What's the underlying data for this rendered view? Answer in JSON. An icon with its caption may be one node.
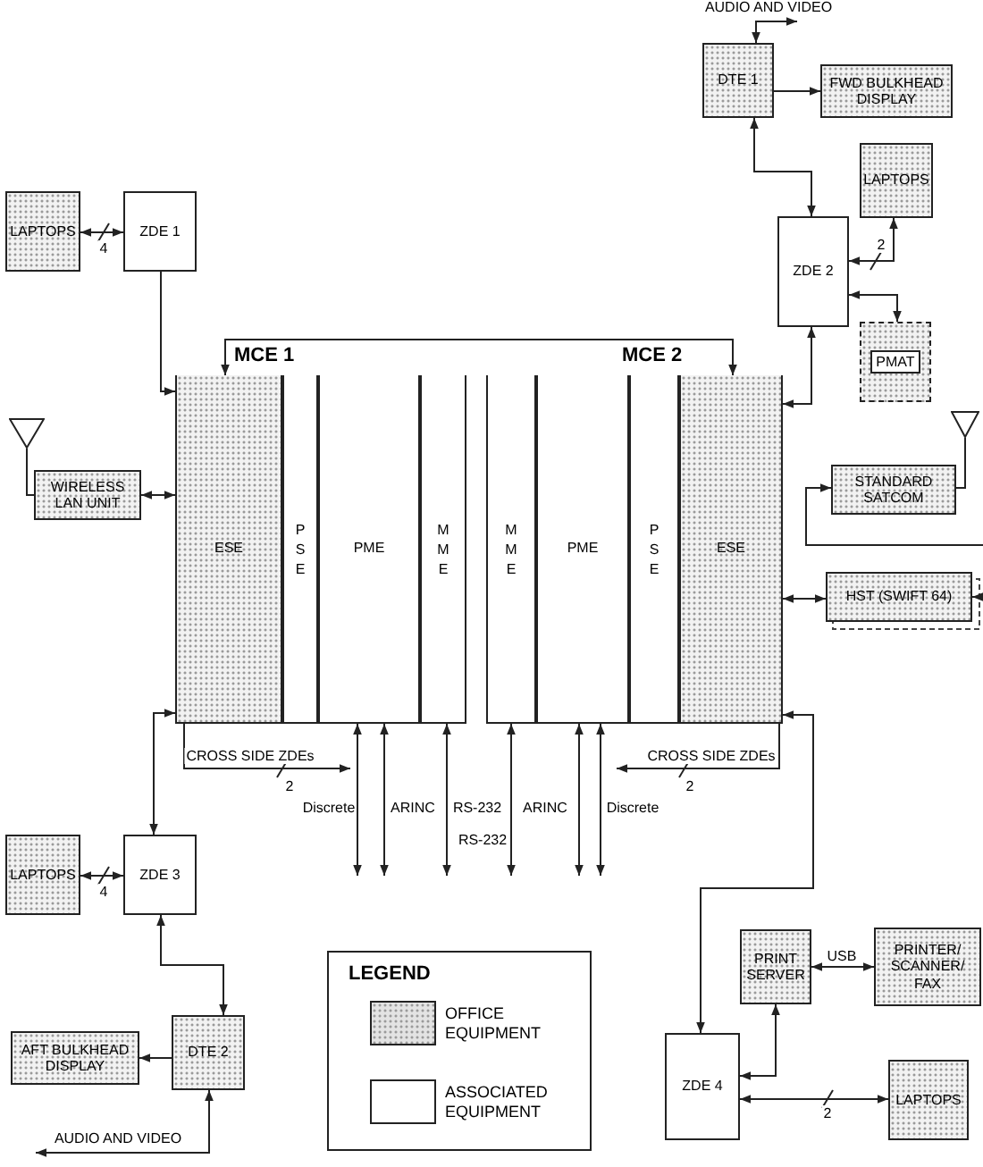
{
  "diagram": {
    "nodes": [
      {
        "text": [
          "LAPTOPS"
        ]
      },
      {
        "text": [
          "ZDE 1"
        ]
      },
      {
        "text": [],
        "shape": "triangle"
      },
      {
        "text": [
          "WIRELESS LAN UNIT"
        ]
      },
      {
        "text": [
          "MCE 1"
        ]
      },
      {
        "text": [
          "ESE"
        ],
        "in": 4
      },
      {
        "text": [
          "P S E"
        ],
        "in": 4
      },
      {
        "text": [
          "PME"
        ],
        "in": 4
      },
      {
        "text": [
          "M M E"
        ],
        "in": 4
      },
      {
        "text": [
          "MCE 2"
        ]
      },
      {
        "text": [
          "M M E"
        ],
        "in": 9
      },
      {
        "text": [
          "PME"
        ],
        "in": 9
      },
      {
        "text": [
          "P S E"
        ],
        "in": 9
      },
      {
        "text": [
          "ESE"
        ],
        "in": 9
      },
      {
        "text": [
          "DTE 1"
        ]
      },
      {
        "text": [
          "FWD BULKHEAD DISPLAY"
        ]
      },
      {
        "text": [
          "LAPTOPS"
        ]
      },
      {
        "text": [
          "ZDE 2"
        ]
      },
      {
        "text": [
          "PMAT"
        ]
      },
      {
        "text": [],
        "shape": "triangle"
      },
      {
        "text": [
          "STANDARD SATCOM"
        ]
      },
      {
        "text": [
          "HST (SWIFT 64)"
        ]
      },
      {
        "text": [
          "LAPTOPS"
        ]
      },
      {
        "text": [
          "ZDE 3"
        ]
      },
      {
        "text": [
          "AFT BULKHEAD DISPLAY"
        ]
      },
      {
        "text": [
          "DTE 2"
        ]
      },
      {
        "text": [
          "PRINT SERVER"
        ]
      },
      {
        "text": [
          "PRINTER/ SCANNER/ FAX"
        ]
      },
      {
        "text": [
          "ZDE 4"
        ]
      },
      {
        "text": [
          "LAPTOPS"
        ]
      }
    ],
    "edges": [
      {
        "from": 0,
        "to": 1,
        "arrow": "both",
        "label": "4"
      },
      {
        "from": 1,
        "to": 5,
        "arrow": "to"
      },
      {
        "from": 2,
        "to": 3,
        "arrow": "none"
      },
      {
        "from": 3,
        "to": 5,
        "arrow": "both"
      },
      {
        "from": 5,
        "to": 13,
        "arrow": "both"
      },
      {
        "from": 14,
        "to": null,
        "arrow": "both",
        "label": "AUDIO AND VIDEO"
      },
      {
        "from": 14,
        "to": 15,
        "arrow": "to"
      },
      {
        "from": 14,
        "to": 17,
        "arrow": "both"
      },
      {
        "from": 17,
        "to": 16,
        "arrow": "both",
        "label": "2"
      },
      {
        "from": 17,
        "to": 18,
        "arrow": "both"
      },
      {
        "from": 17,
        "to": 13,
        "arrow": "both"
      },
      {
        "from": 19,
        "to": 20,
        "arrow": "none"
      },
      {
        "from": 21,
        "to": 20,
        "arrow": "both"
      },
      {
        "from": 13,
        "to": 21,
        "arrow": "both"
      },
      {
        "from": 5,
        "to": null,
        "arrow": "to",
        "label": "CROSS SIDE ZDEs"
      },
      {
        "from": 13,
        "to": null,
        "arrow": "to",
        "label": "CROSS SIDE ZDEs"
      },
      {
        "from": 7,
        "to": null,
        "arrow": "both",
        "label": "Discrete"
      },
      {
        "from": 7,
        "to": null,
        "arrow": "both",
        "label": "ARINC"
      },
      {
        "from": 8,
        "to": null,
        "arrow": "both",
        "label": "RS-232"
      },
      {
        "from": 10,
        "to": null,
        "arrow": "both",
        "label": "RS-232"
      },
      {
        "from": 11,
        "to": null,
        "arrow": "both",
        "label": "ARINC"
      },
      {
        "from": 11,
        "to": null,
        "arrow": "both",
        "label": "Discrete"
      },
      {
        "from": 5,
        "to": 23,
        "arrow": "both"
      },
      {
        "from": 22,
        "to": 23,
        "arrow": "both",
        "label": "4"
      },
      {
        "from": 23,
        "to": 25,
        "arrow": "both"
      },
      {
        "from": 25,
        "to": 24,
        "arrow": "to"
      },
      {
        "from": 25,
        "to": null,
        "arrow": "both",
        "label": "AUDIO AND VIDEO"
      },
      {
        "from": 13,
        "to": 28,
        "arrow": "both"
      },
      {
        "from": 26,
        "to": 27,
        "arrow": "both",
        "label": "USB"
      },
      {
        "from": 28,
        "to": 26,
        "arrow": "both"
      },
      {
        "from": 28,
        "to": 29,
        "arrow": "both",
        "label": "2"
      }
    ],
    "labels": [
      "2",
      "2",
      "LEGEND"
    ],
    "legend": [
      {
        "text": "OFFICE EQUIPMENT",
        "color": "#e3e3e3"
      },
      {
        "text": "ASSOCIATED EQUIPMENT",
        "color": "#ffffff"
      }
    ]
  }
}
